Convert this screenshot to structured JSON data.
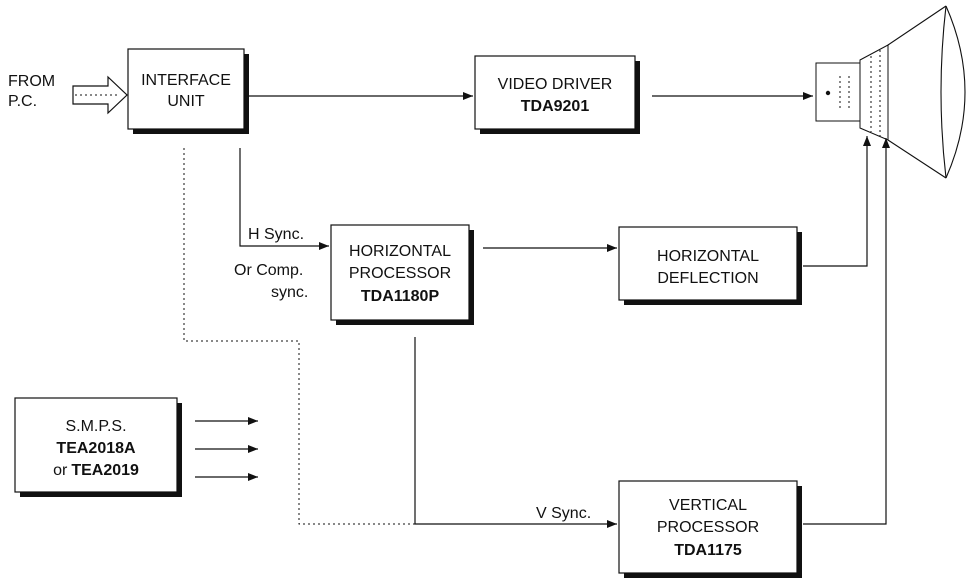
{
  "inputs": {
    "from_pc_line1": "FROM",
    "from_pc_line2": "P.C."
  },
  "blocks": {
    "interface": {
      "line1": "INTERFACE",
      "line2": "UNIT"
    },
    "video_driver": {
      "line1": "VIDEO DRIVER",
      "part": "TDA9201"
    },
    "horizontal_processor": {
      "line1": "HORIZONTAL",
      "line2": "PROCESSOR",
      "part": "TDA1180P"
    },
    "horizontal_deflection": {
      "line1": "HORIZONTAL",
      "line2": "DEFLECTION"
    },
    "smps": {
      "line1": "S.M.P.S.",
      "part1": "TEA2018A",
      "or_text": "or",
      "part2": "TEA2019"
    },
    "vertical_processor": {
      "line1": "VERTICAL",
      "line2": "PROCESSOR",
      "part": "TDA1175"
    }
  },
  "signals": {
    "h_sync": "H Sync.",
    "or_comp": "Or Comp.",
    "sync": "sync.",
    "v_sync": "V Sync."
  }
}
